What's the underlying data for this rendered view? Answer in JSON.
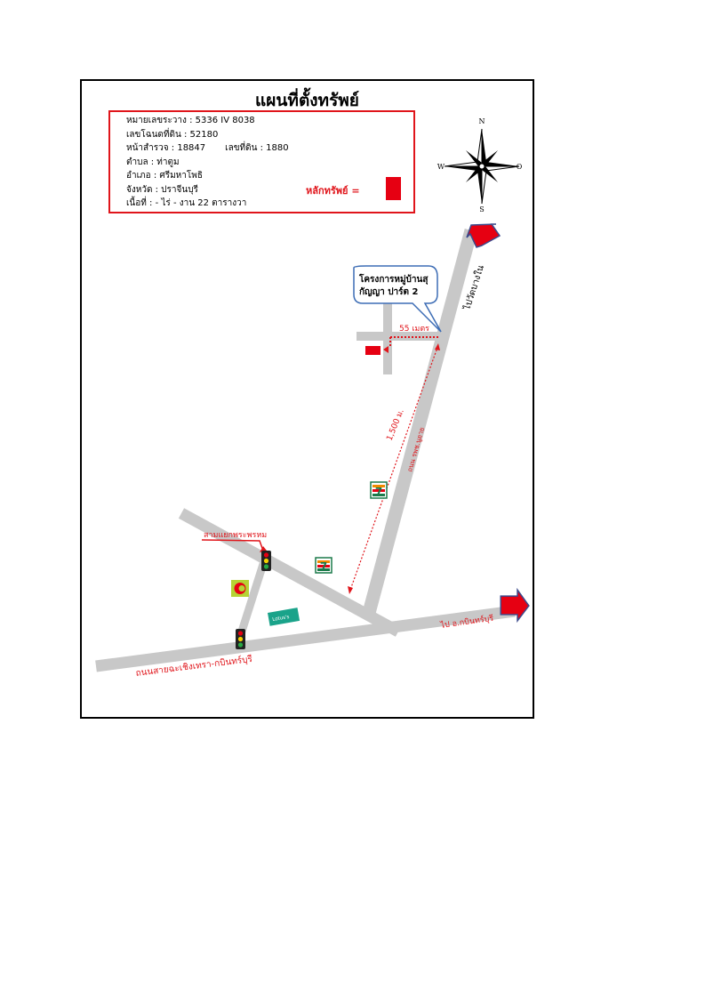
{
  "title": "แผนที่ตั้งทรัพย์",
  "info": {
    "survey": "หมายเลขระวาง : 5336 IV 8038",
    "deed": "เลขโฉนดที่ดิน : 52180",
    "page_no": "หน้าสำรวจ : 18847",
    "land_no": "เลขที่ดิน : 1880",
    "subdistrict": "ตำบล : ท่าตูม",
    "district": "อำเภอ : ศรีมหาโพธิ",
    "province": "จังหวัด : ปราจีนบุรี",
    "area": "เนื้อที่ :  - ไร่ - งาน 22 ตารางวา"
  },
  "legend": {
    "label": "หลักทรัพย์  =",
    "color": "#e60012"
  },
  "compass": {
    "n": "N",
    "s": "S",
    "w": "W",
    "e": "O"
  },
  "labels": {
    "callout_line1": "โครงการหมู่บ้านสุ",
    "callout_line2": "กัญญา ปาร์ต 2",
    "distance_short": "55 เมตร",
    "distance_long": "1,500 ม.",
    "road_side": "ถนน รพช.นูยาย",
    "road_up": "ไปวัดบางใน",
    "junction": "สามแยกพระพรหม",
    "to_kabin": "ไป อ.กบินทร์บุรี",
    "main_road": "ถนนสายฉะเชิงเทรา-กบินทร์บุรี",
    "lotus": "Lotus's"
  },
  "icons": [
    "compass-rose-icon",
    "traffic-light-icon",
    "seven-eleven-icon",
    "big-c-icon",
    "lotus-store-icon",
    "arrow-icon"
  ],
  "colors": {
    "road": "#c8c8c8",
    "accent": "#e0151b",
    "arrow_border": "#3b4a8c",
    "callout_border": "#3d6db5"
  }
}
